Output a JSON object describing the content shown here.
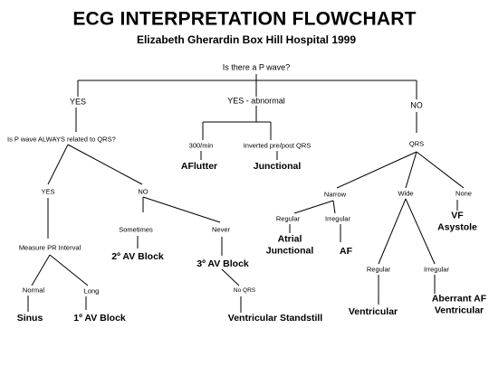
{
  "title": "ECG INTERPRETATION FLOWCHART",
  "subtitle": "Elizabeth Gherardin Box Hill Hospital 1999",
  "nodes": {
    "p_wave_question": "Is there a P wave?",
    "yes": "YES",
    "yes_abnormal": "YES - abnormal",
    "no": "NO",
    "p_related_question": "Is P wave ALWAYS related to QRS?",
    "rate_300": "300/min",
    "inverted_pre_post": "Inverted pre/post QRS",
    "aflutter": "AFlutter",
    "junctional": "Junctional",
    "qrs": "QRS",
    "yes2": "YES",
    "no2": "NO",
    "sometimes": "Sometimes",
    "never": "Never",
    "narrow": "Narrow",
    "wide": "Wide",
    "none": "None",
    "regular1": "Regular",
    "irregular1": "Irregular",
    "vf_asystole": "VF\nAsystole",
    "measure_pr": "Measure PR Interval",
    "second_degree": "2º AV Block",
    "third_degree": "3º AV Block",
    "atrial_junctional": "Atrial\nJunctional",
    "af": "AF",
    "normal": "Normal",
    "long": "Long",
    "no_qrs": "No QRS",
    "regular2": "Regular",
    "irregular2": "Irregular",
    "sinus": "Sinus",
    "first_degree": "1º AV Block",
    "ventricular_standstill": "Ventricular Standstill",
    "ventricular": "Ventricular",
    "aberrant_af_ventricular": "Aberrant AF\nVentricular"
  }
}
